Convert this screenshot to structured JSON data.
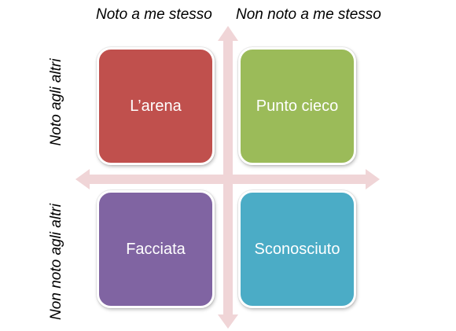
{
  "columns": {
    "left": "Noto a me stesso",
    "right": "Non noto a me stesso"
  },
  "rows": {
    "top": "Noto agli altri",
    "bottom": "Non noto agli altri"
  },
  "quadrants": [
    {
      "label": "L’arena",
      "color": "#c0504d"
    },
    {
      "label": "Punto cieco",
      "color": "#9bbb59"
    },
    {
      "label": "Facciata",
      "color": "#8064a2"
    },
    {
      "label": "Sconosciuto",
      "color": "#4bacc6"
    }
  ],
  "axis_color": "#f0d5d7"
}
